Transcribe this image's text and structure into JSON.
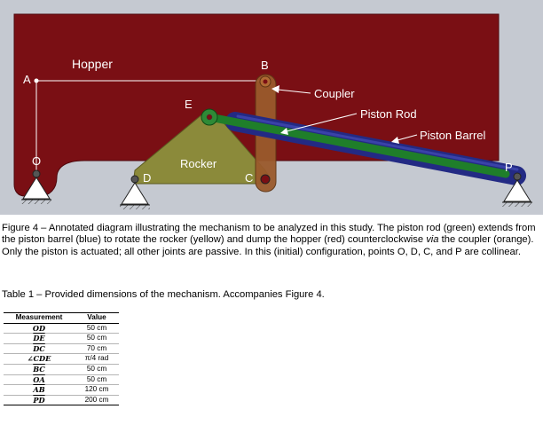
{
  "diagram": {
    "labels": {
      "hopper": "Hopper",
      "coupler": "Coupler",
      "piston_rod": "Piston Rod",
      "piston_barrel": "Piston Barrel",
      "rocker": "Rocker",
      "point_a": "A",
      "point_b": "B",
      "point_c": "C",
      "point_d": "D",
      "point_e": "E",
      "point_o": "O",
      "point_p": "P"
    },
    "colors": {
      "background": "#c5c9d1",
      "hopper": "#7a0f14",
      "rocker": "#8b8a3a",
      "coupler": "#9a5a2c",
      "piston_rod": "#1f7e2a",
      "piston_barrel": "#232a84",
      "ground": "#ffffff"
    }
  },
  "figure_caption": {
    "part1": "Figure 4 – Annotated diagram illustrating the mechanism to be analyzed in this study. The piston rod (green) extends from the piston barrel (blue) to rotate the rocker (yellow) and dump the hopper (red) counterclockwise ",
    "via": "via",
    "part2": " the coupler (orange). Only the piston is actuated; all other joints are passive. In this (initial) configuration, points O, D, C, and P are collinear."
  },
  "table_caption": "Table 1 – Provided dimensions of the mechanism. Accompanies Figure 4.",
  "table": {
    "headers": [
      "Measurement",
      "Value"
    ],
    "rows": [
      {
        "measurement": "OD",
        "value": "50 cm"
      },
      {
        "measurement": "DE",
        "value": "50 cm"
      },
      {
        "measurement": "DC",
        "value": "70 cm"
      },
      {
        "measurement": "∠CDE",
        "value": "π/4 rad"
      },
      {
        "measurement": "BC",
        "value": "50 cm"
      },
      {
        "measurement": "OA",
        "value": "50 cm"
      },
      {
        "measurement": "AB",
        "value": "120 cm"
      },
      {
        "measurement": "PD",
        "value": "200 cm"
      }
    ]
  }
}
